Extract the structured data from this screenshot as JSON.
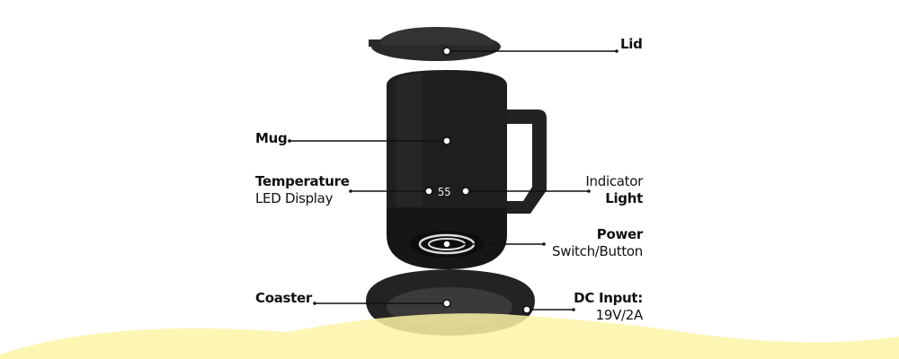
{
  "labels": {
    "lid": {
      "title": "Lid"
    },
    "mug": {
      "title": "Mug"
    },
    "temperature": {
      "title": "Temperature",
      "subtitle": "LED Display"
    },
    "indicator": {
      "title": "Indicator",
      "subtitle": "Light"
    },
    "power": {
      "title": "Power",
      "subtitle": "Switch/Button"
    },
    "coaster": {
      "title": "Coaster"
    },
    "dc_input": {
      "title": "DC Input:",
      "subtitle": "19V/2A"
    }
  },
  "colors": {
    "mug": "#1f1f1f",
    "wave": "#fbf3a6",
    "line": "#111111"
  }
}
